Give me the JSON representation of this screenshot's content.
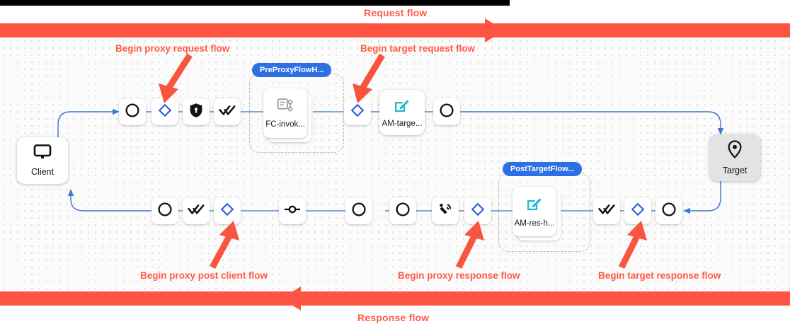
{
  "banners": {
    "request_flow_label": "Request flow",
    "response_flow_label": "Response flow",
    "color": "#ff5442"
  },
  "annotations": [
    {
      "id": "begin-proxy-request-flow",
      "text": "Begin proxy request flow"
    },
    {
      "id": "begin-target-request-flow",
      "text": "Begin target request flow"
    },
    {
      "id": "begin-proxy-post-client-flow",
      "text": "Begin proxy post client flow"
    },
    {
      "id": "begin-proxy-response-flow",
      "text": "Begin proxy response flow"
    },
    {
      "id": "begin-target-response-flow",
      "text": "Begin target response flow"
    }
  ],
  "endpoints": {
    "client": {
      "label": "Client",
      "icon": "monitor-icon"
    },
    "target": {
      "label": "Target",
      "icon": "location-pin-icon"
    }
  },
  "groups": [
    {
      "id": "preproxyflowhook",
      "tag": "PreProxyFlowH..."
    },
    {
      "id": "posttargetflowhook",
      "tag": "PostTargetFlow..."
    }
  ],
  "policies": [
    {
      "id": "fc-invoke",
      "label": "FC-invok...",
      "icon": "flow-callout-icon",
      "group": "preproxyflowhook"
    },
    {
      "id": "am-target",
      "label": "AM-targe...",
      "icon": "assign-message-icon"
    },
    {
      "id": "am-res-h",
      "label": "AM-res-h...",
      "icon": "assign-message-icon",
      "group": "posttargetflowhook"
    }
  ],
  "request_row_nodes": [
    {
      "id": "rq-1",
      "icon": "circle-icon"
    },
    {
      "id": "rq-2",
      "icon": "blue-diamond-icon"
    },
    {
      "id": "rq-3",
      "icon": "shield-lock-icon"
    },
    {
      "id": "rq-4",
      "icon": "double-check-icon"
    },
    {
      "id": "rq-5",
      "icon": "blue-diamond-icon"
    },
    {
      "id": "rq-6",
      "icon": "circle-icon"
    }
  ],
  "response_row_nodes": [
    {
      "id": "rs-1",
      "icon": "circle-icon"
    },
    {
      "id": "rs-2",
      "icon": "double-check-icon"
    },
    {
      "id": "rs-3",
      "icon": "blue-diamond-icon"
    },
    {
      "id": "rs-4",
      "icon": "connector-node-icon"
    },
    {
      "id": "rs-5",
      "icon": "circle-icon"
    },
    {
      "id": "rs-6",
      "icon": "circle-icon"
    },
    {
      "id": "rs-7",
      "icon": "broadcast-icon"
    },
    {
      "id": "rs-8",
      "icon": "blue-diamond-icon"
    },
    {
      "id": "rs-9",
      "icon": "double-check-icon"
    },
    {
      "id": "rs-10",
      "icon": "blue-diamond-icon"
    },
    {
      "id": "rs-11",
      "icon": "circle-icon"
    }
  ],
  "colors": {
    "accent_red": "#ff5442",
    "edge_blue": "#3b76d0",
    "diamond_blue": "#2b5fd9",
    "group_tag_blue": "#2f6fe4",
    "policy_icon_teal": "#1fb9cc",
    "target_fill": "#e3e3e3"
  }
}
